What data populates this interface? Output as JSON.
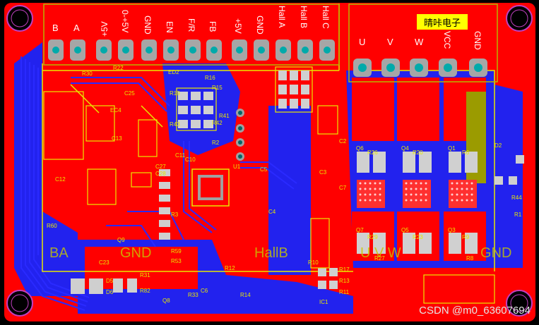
{
  "board": {
    "title": "PCB layout - BLDC motor driver board",
    "colors": {
      "copper_top": "#ff0000",
      "copper_bottom": "#1f1fff",
      "silkscreen": "#e8e800",
      "pad": "#a0a0a0",
      "drill": "#00aaaa",
      "keepout": "#c040c0",
      "background": "#000000"
    }
  },
  "header_left": {
    "pins": [
      "B",
      "A",
      "+5V",
      "0-+5V",
      "GND",
      "EN",
      "F/R",
      "FB",
      "+5V",
      "GND",
      "Hall A",
      "Hall B",
      "Hall C"
    ]
  },
  "header_right": {
    "pins": [
      "U",
      "V",
      "W",
      "VCC",
      "GND"
    ]
  },
  "brand_label": "晴咔电子",
  "components": [
    "R30",
    "R22",
    "EC4",
    "C25",
    "R19",
    "ED2",
    "R16",
    "R15",
    "R41",
    "R42",
    "R43",
    "R44",
    "C10",
    "C11",
    "C12",
    "C13",
    "C27",
    "C28",
    "R3",
    "R59",
    "R53",
    "R12",
    "R13",
    "R11",
    "R17",
    "R10",
    "IC1",
    "Q6",
    "Q4",
    "Q1",
    "D2",
    "R26",
    "R20",
    "R6",
    "R29",
    "R23",
    "R9",
    "Q7",
    "Q5",
    "Q3",
    "R27",
    "R22",
    "R8",
    "R44",
    "R1",
    "D5",
    "D6",
    "R31",
    "R82",
    "Q8",
    "R33",
    "C6",
    "R14",
    "U1",
    "R60",
    "C23",
    "Q9",
    "C5",
    "C2",
    "C7",
    "C3",
    "C4",
    "R2"
  ],
  "watermark": "CSDN @m0_63607694"
}
